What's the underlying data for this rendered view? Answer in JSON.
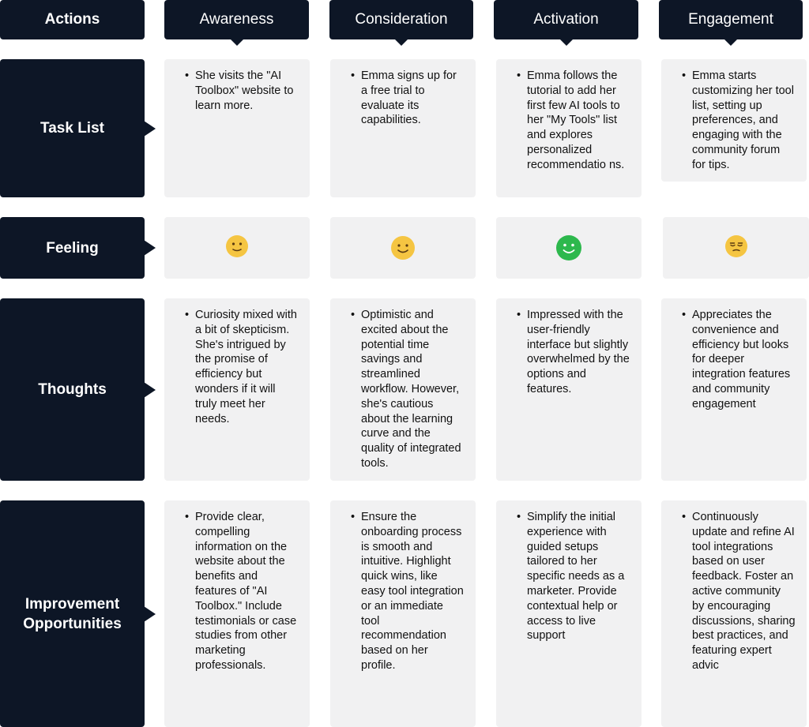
{
  "header": {
    "actions_label": "Actions",
    "phases": [
      "Awareness",
      "Consideration",
      "Activation",
      "Engagement"
    ]
  },
  "rows": {
    "task_list": {
      "label": "Task List",
      "cells": [
        "She visits the \"AI Toolbox\" website to learn more.",
        "Emma signs up for a free trial to evaluate its capabilities.",
        "Emma follows the tutorial to add her first few AI tools to her \"My Tools\" list and explores personalized recommendatio ns.",
        "Emma starts customizing her tool list, setting up preferences, and engaging with the community forum for tips."
      ]
    },
    "feeling": {
      "label": "Feeling",
      "faces": [
        {
          "icon": "neutral-smile-face-icon",
          "color": "#f5c542"
        },
        {
          "icon": "smile-face-icon",
          "color": "#f5c542"
        },
        {
          "icon": "happy-face-icon",
          "color": "#2db84d"
        },
        {
          "icon": "relieved-face-icon",
          "color": "#f5c542"
        }
      ]
    },
    "thoughts": {
      "label": "Thoughts",
      "cells": [
        "Curiosity mixed with a bit of skepticism. She's intrigued by the promise of efficiency but wonders if it will truly meet her needs.",
        "Optimistic and excited about the potential time savings and streamlined workflow. However, she's cautious about the learning curve and the quality of integrated tools.",
        "Impressed with the user-friendly interface but slightly overwhelmed by the options and features.",
        "Appreciates the convenience and efficiency but looks for deeper integration features and community engagement"
      ]
    },
    "improvement": {
      "label": "Improvement Opportunities",
      "cells": [
        "Provide clear, compelling information on the website about the benefits and features of \"AI Toolbox.\" Include testimonials or case studies from other marketing professionals.",
        "Ensure the onboarding process is smooth and intuitive. Highlight quick wins, like easy tool integration or an immediate tool recommendation based on her profile.",
        "Simplify the initial experience with guided setups tailored to her specific needs as a marketer. Provide contextual help or access to live support",
        "Continuously update and refine AI tool integrations based on user feedback. Foster an active community by encouraging discussions, sharing best practices, and featuring expert advic"
      ]
    }
  },
  "bullet": "•"
}
